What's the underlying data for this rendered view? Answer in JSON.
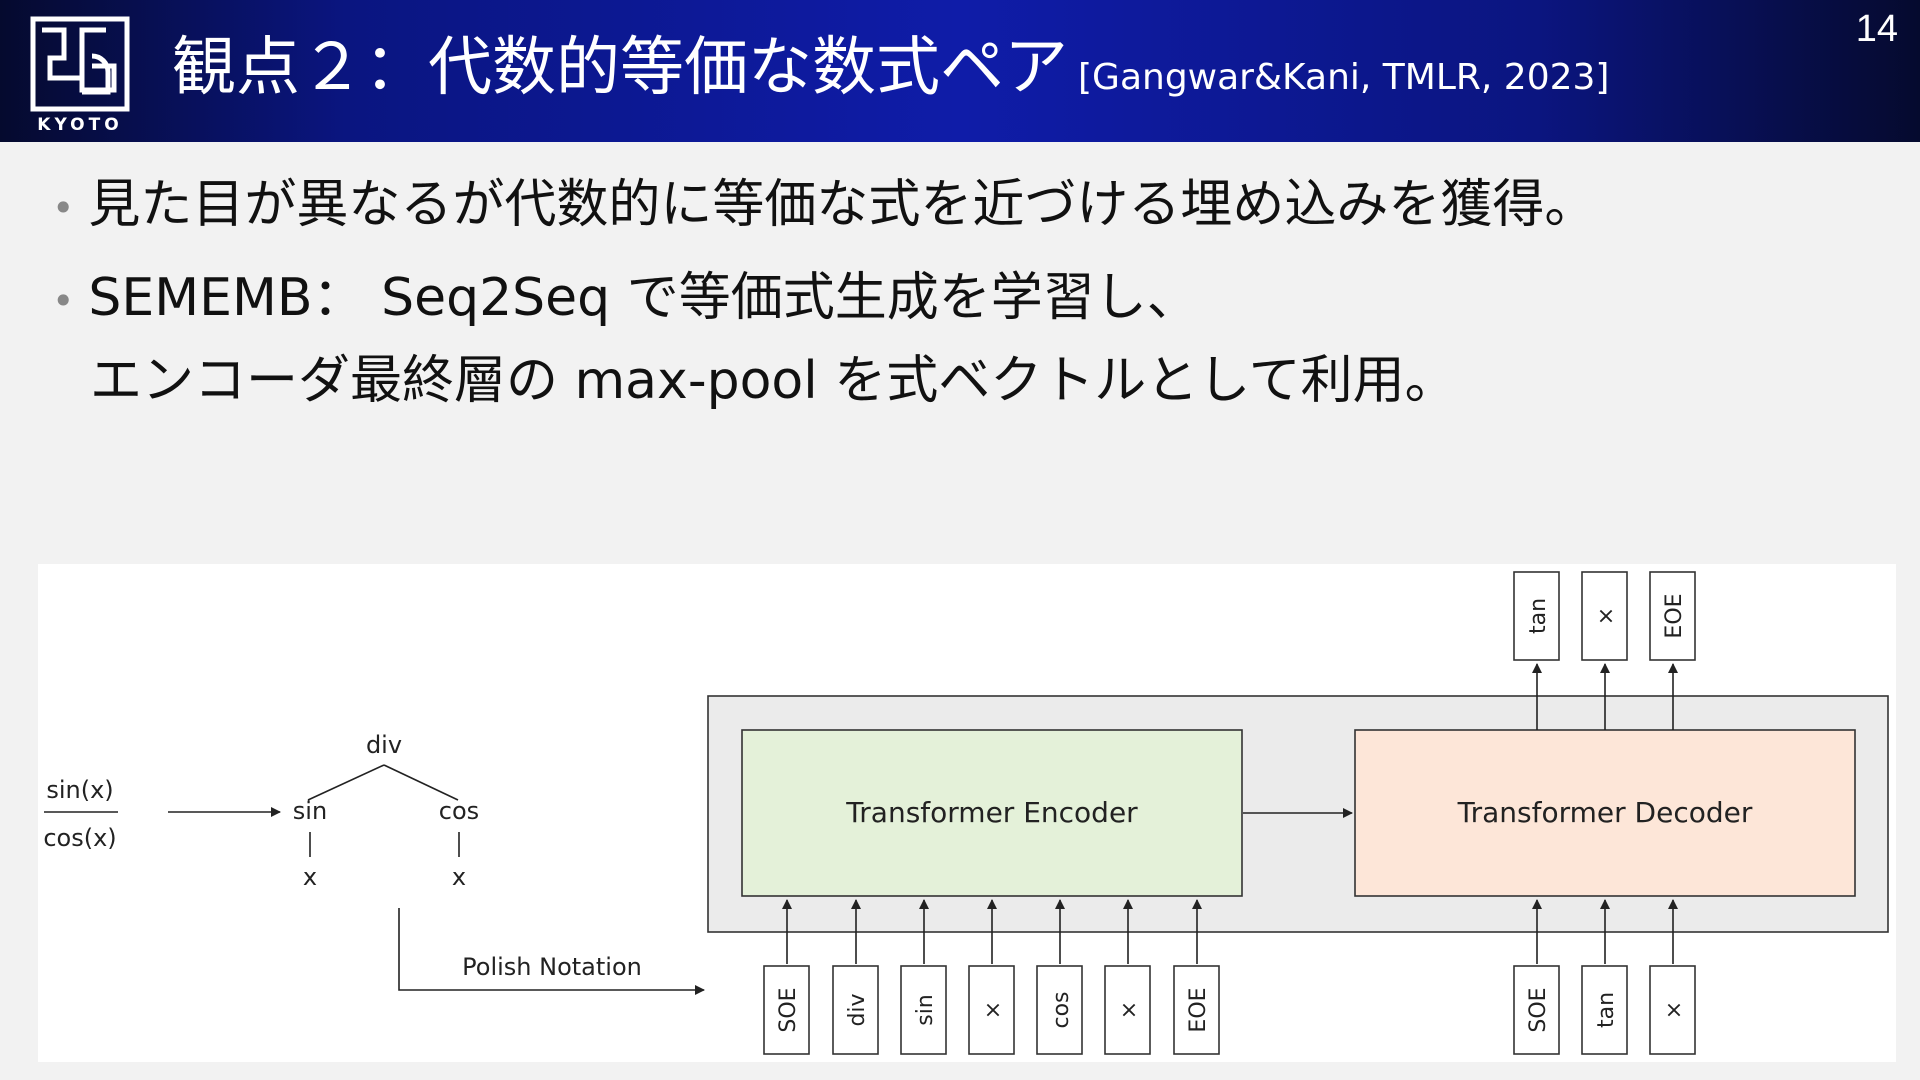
{
  "header": {
    "logo_text": "KYOTO",
    "title": "観点２：代数的等価な数式ペア",
    "citation": "[Gangwar&Kani, TMLR, 2023]",
    "page_number": "14"
  },
  "bullets": [
    {
      "text": "見た目が異なるが代数的に等価な式を近づける埋め込みを獲得。"
    },
    {
      "text": "SEMEMB： Seq2Seq で等価式生成を学習し、",
      "continuation": "エンコーダ最終層の max-pool を式ベクトルとして利用。"
    }
  ],
  "figure": {
    "fraction": {
      "numerator": "sin(x)",
      "denominator": "cos(x)"
    },
    "tree": {
      "root": "div",
      "left": "sin",
      "right": "cos",
      "left_leaf": "x",
      "right_leaf": "x"
    },
    "polish_label": "Polish Notation",
    "encoder_label": "Transformer Encoder",
    "decoder_label": "Transformer Decoder",
    "encoder_inputs": [
      "SOE",
      "div",
      "sin",
      "×",
      "cos",
      "×",
      "EOE"
    ],
    "decoder_inputs": [
      "SOE",
      "tan",
      "×"
    ],
    "decoder_outputs": [
      "tan",
      "×",
      "EOE"
    ],
    "colors": {
      "encoder_fill": "#e4f1d9",
      "decoder_fill": "#fde6d8",
      "container_fill": "#ebebeb"
    }
  }
}
